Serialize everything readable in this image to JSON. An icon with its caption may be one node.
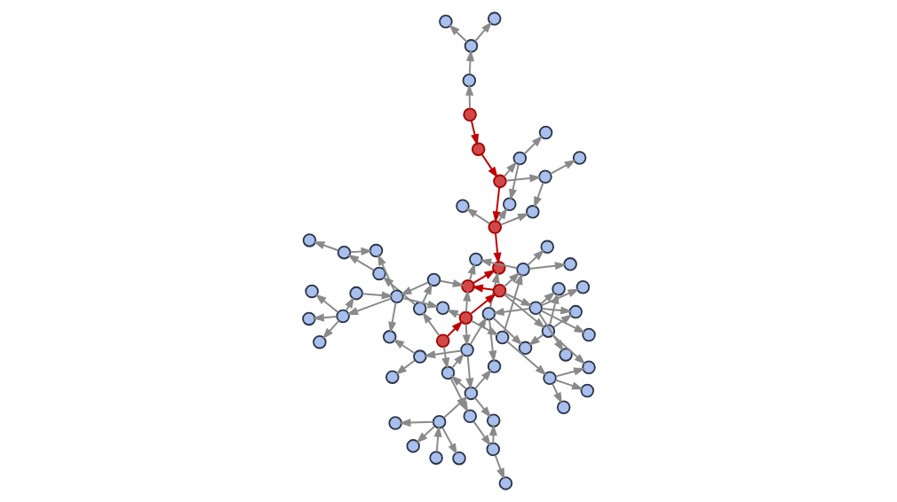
{
  "diagram": {
    "nodes": [
      {
        "text": [],
        "shape": "circle"
      },
      {
        "text": [],
        "shape": "circle"
      },
      {
        "text": [],
        "shape": "circle"
      },
      {
        "text": [],
        "shape": "circle"
      },
      {
        "text": [],
        "shape": "circle"
      },
      {
        "text": [],
        "shape": "circle"
      },
      {
        "text": [],
        "shape": "circle"
      },
      {
        "text": [],
        "shape": "circle"
      },
      {
        "text": [],
        "shape": "circle"
      },
      {
        "text": [],
        "shape": "circle"
      },
      {
        "text": [],
        "shape": "circle"
      },
      {
        "text": [],
        "shape": "circle"
      },
      {
        "text": [],
        "shape": "circle"
      },
      {
        "text": [],
        "shape": "circle"
      },
      {
        "text": [],
        "shape": "circle"
      },
      {
        "text": [],
        "shape": "circle"
      },
      {
        "text": [],
        "shape": "circle"
      },
      {
        "text": [],
        "shape": "circle"
      },
      {
        "text": [],
        "shape": "circle"
      },
      {
        "text": [],
        "shape": "circle"
      },
      {
        "text": [],
        "shape": "circle"
      },
      {
        "text": [],
        "shape": "circle"
      },
      {
        "text": [],
        "shape": "circle"
      },
      {
        "text": [],
        "shape": "circle"
      },
      {
        "text": [],
        "shape": "circle"
      },
      {
        "text": [],
        "shape": "circle"
      },
      {
        "text": [],
        "shape": "circle"
      },
      {
        "text": [],
        "shape": "circle"
      },
      {
        "text": [],
        "shape": "circle"
      },
      {
        "text": [],
        "shape": "circle"
      },
      {
        "text": [],
        "shape": "circle"
      },
      {
        "text": [],
        "shape": "circle"
      },
      {
        "text": [],
        "shape": "circle"
      },
      {
        "text": [],
        "shape": "circle"
      },
      {
        "text": [],
        "shape": "circle"
      },
      {
        "text": [],
        "shape": "circle"
      },
      {
        "text": [],
        "shape": "circle"
      },
      {
        "text": [],
        "shape": "circle"
      },
      {
        "text": [],
        "shape": "circle"
      },
      {
        "text": [],
        "shape": "circle"
      },
      {
        "text": [],
        "shape": "circle"
      },
      {
        "text": [],
        "shape": "circle"
      },
      {
        "text": [],
        "shape": "circle"
      },
      {
        "text": [],
        "shape": "circle"
      },
      {
        "text": [],
        "shape": "circle"
      },
      {
        "text": [],
        "shape": "circle"
      },
      {
        "text": [],
        "shape": "circle"
      },
      {
        "text": [],
        "shape": "circle"
      },
      {
        "text": [],
        "shape": "circle"
      },
      {
        "text": [],
        "shape": "circle"
      },
      {
        "text": [],
        "shape": "circle"
      },
      {
        "text": [],
        "shape": "circle"
      },
      {
        "text": [],
        "shape": "circle"
      },
      {
        "text": [],
        "shape": "circle"
      },
      {
        "text": [],
        "shape": "circle"
      },
      {
        "text": [],
        "shape": "circle"
      },
      {
        "text": [],
        "shape": "circle"
      },
      {
        "text": [],
        "shape": "circle"
      },
      {
        "text": [],
        "shape": "circle"
      },
      {
        "text": [],
        "shape": "circle"
      },
      {
        "text": [],
        "shape": "circle"
      },
      {
        "text": [],
        "shape": "circle"
      },
      {
        "text": [],
        "shape": "circle"
      },
      {
        "text": [],
        "shape": "circle"
      },
      {
        "text": [],
        "shape": "circle"
      },
      {
        "text": [],
        "shape": "circle"
      },
      {
        "text": [],
        "shape": "circle"
      }
    ],
    "edges": [
      {
        "from": 19,
        "to": 14,
        "arrow": "to"
      },
      {
        "from": 19,
        "to": 26,
        "arrow": "to"
      },
      {
        "from": 20,
        "to": 19,
        "arrow": "to"
      },
      {
        "from": 21,
        "to": 20,
        "arrow": "to"
      },
      {
        "from": 21,
        "to": 22,
        "arrow": "to",
        "color": "#c00000"
      },
      {
        "from": 22,
        "to": 24,
        "arrow": "to",
        "color": "#c00000"
      },
      {
        "from": 24,
        "to": 15,
        "arrow": "to"
      },
      {
        "from": 15,
        "to": 12,
        "arrow": "to"
      },
      {
        "from": 15,
        "to": 18,
        "arrow": "to"
      },
      {
        "from": 28,
        "to": 18,
        "arrow": "to"
      },
      {
        "from": 24,
        "to": 28,
        "arrow": "to",
        "color": "#c00000"
      },
      {
        "from": 24,
        "to": 34,
        "arrow": "to"
      },
      {
        "from": 34,
        "to": 43,
        "arrow": "to"
      },
      {
        "from": 34,
        "to": 31,
        "arrow": "to"
      },
      {
        "from": 28,
        "to": 31,
        "arrow": "to"
      },
      {
        "from": 28,
        "to": 30,
        "arrow": "to"
      },
      {
        "from": 28,
        "to": 29,
        "arrow": "to",
        "color": "#c00000"
      },
      {
        "from": 5,
        "to": 2,
        "arrow": "to"
      },
      {
        "from": 5,
        "to": 7,
        "arrow": "to"
      },
      {
        "from": 8,
        "to": 5,
        "arrow": "to"
      },
      {
        "from": 4,
        "to": 0,
        "arrow": "to"
      },
      {
        "from": 4,
        "to": 1,
        "arrow": "to"
      },
      {
        "from": 4,
        "to": 3,
        "arrow": "to"
      },
      {
        "from": 6,
        "to": 4,
        "arrow": "to"
      },
      {
        "from": 4,
        "to": 9,
        "arrow": "to"
      },
      {
        "from": 9,
        "to": 7,
        "arrow": "to"
      },
      {
        "from": 16,
        "to": 9,
        "arrow": "to"
      },
      {
        "from": 9,
        "to": 10,
        "arrow": "to"
      },
      {
        "from": 10,
        "to": 8,
        "arrow": "to"
      },
      {
        "from": 9,
        "to": 13,
        "arrow": "to"
      },
      {
        "from": 27,
        "to": 13,
        "arrow": "to"
      },
      {
        "from": 16,
        "to": 27,
        "arrow": "to"
      },
      {
        "from": 16,
        "to": 17,
        "arrow": "to"
      },
      {
        "from": 10,
        "to": 16,
        "arrow": "to"
      },
      {
        "from": 23,
        "to": 10,
        "arrow": "to"
      },
      {
        "from": 17,
        "to": 11,
        "arrow": "to"
      },
      {
        "from": 27,
        "to": 29,
        "arrow": "to"
      },
      {
        "from": 38,
        "to": 29,
        "arrow": "to",
        "color": "#c00000"
      },
      {
        "from": 23,
        "to": 36,
        "arrow": "to",
        "color": "#c00000"
      },
      {
        "from": 36,
        "to": 48,
        "arrow": "to",
        "color": "#c00000"
      },
      {
        "from": 48,
        "to": 38,
        "arrow": "to",
        "color": "#c00000"
      },
      {
        "from": 36,
        "to": 38,
        "arrow": "to"
      },
      {
        "from": 27,
        "to": 45,
        "arrow": "to"
      },
      {
        "from": 53,
        "to": 27,
        "arrow": "to"
      },
      {
        "from": 53,
        "to": 37,
        "arrow": "to"
      },
      {
        "from": 33,
        "to": 38,
        "arrow": "to"
      },
      {
        "from": 36,
        "to": 41,
        "arrow": "to"
      },
      {
        "from": 36,
        "to": 16,
        "arrow": "to"
      },
      {
        "from": 17,
        "to": 25,
        "arrow": "to"
      },
      {
        "from": 23,
        "to": 32,
        "arrow": "to"
      },
      {
        "from": 32,
        "to": 33,
        "arrow": "to"
      },
      {
        "from": 33,
        "to": 40,
        "arrow": "to"
      },
      {
        "from": 40,
        "to": 25,
        "arrow": "to"
      },
      {
        "from": 40,
        "to": 41,
        "arrow": "to"
      },
      {
        "from": 39,
        "to": 40,
        "arrow": "to"
      },
      {
        "from": 32,
        "to": 42,
        "arrow": "to"
      },
      {
        "from": 44,
        "to": 39,
        "arrow": "to"
      },
      {
        "from": 40,
        "to": 44,
        "arrow": "to"
      },
      {
        "from": 44,
        "to": 35,
        "arrow": "to"
      },
      {
        "from": 44,
        "to": 46,
        "arrow": "to"
      },
      {
        "from": 44,
        "to": 50,
        "arrow": "to"
      },
      {
        "from": 40,
        "to": 49,
        "arrow": "to"
      },
      {
        "from": 42,
        "to": 52,
        "arrow": "to"
      },
      {
        "from": 52,
        "to": 49,
        "arrow": "to"
      },
      {
        "from": 52,
        "to": 60,
        "arrow": "to"
      },
      {
        "from": 48,
        "to": 53,
        "arrow": "to"
      },
      {
        "from": 53,
        "to": 55,
        "arrow": "to"
      },
      {
        "from": 53,
        "to": 47,
        "arrow": "to"
      },
      {
        "from": 53,
        "to": 57,
        "arrow": "to"
      },
      {
        "from": 53,
        "to": 61,
        "arrow": "to"
      },
      {
        "from": 48,
        "to": 54,
        "arrow": "to"
      },
      {
        "from": 48,
        "to": 58,
        "arrow": "to"
      },
      {
        "from": 58,
        "to": 51,
        "arrow": "to"
      },
      {
        "from": 56,
        "to": 58,
        "arrow": "to"
      },
      {
        "from": 58,
        "to": 59,
        "arrow": "to"
      },
      {
        "from": 54,
        "to": 57,
        "arrow": "to"
      },
      {
        "from": 54,
        "to": 45,
        "arrow": "to"
      },
      {
        "from": 54,
        "to": 62,
        "arrow": "to"
      },
      {
        "from": 58,
        "to": 63,
        "arrow": "to"
      },
      {
        "from": 56,
        "to": 64,
        "arrow": "to"
      },
      {
        "from": 64,
        "to": 62,
        "arrow": "to"
      },
      {
        "from": 64,
        "to": 66,
        "arrow": "to"
      },
      {
        "from": 64,
        "to": 65,
        "arrow": "to"
      },
      {
        "from": 36,
        "to": 56,
        "arrow": "to"
      },
      {
        "from": 54,
        "to": 61,
        "arrow": "to"
      },
      {
        "from": 38,
        "to": 51,
        "arrow": "to"
      }
    ]
  }
}
